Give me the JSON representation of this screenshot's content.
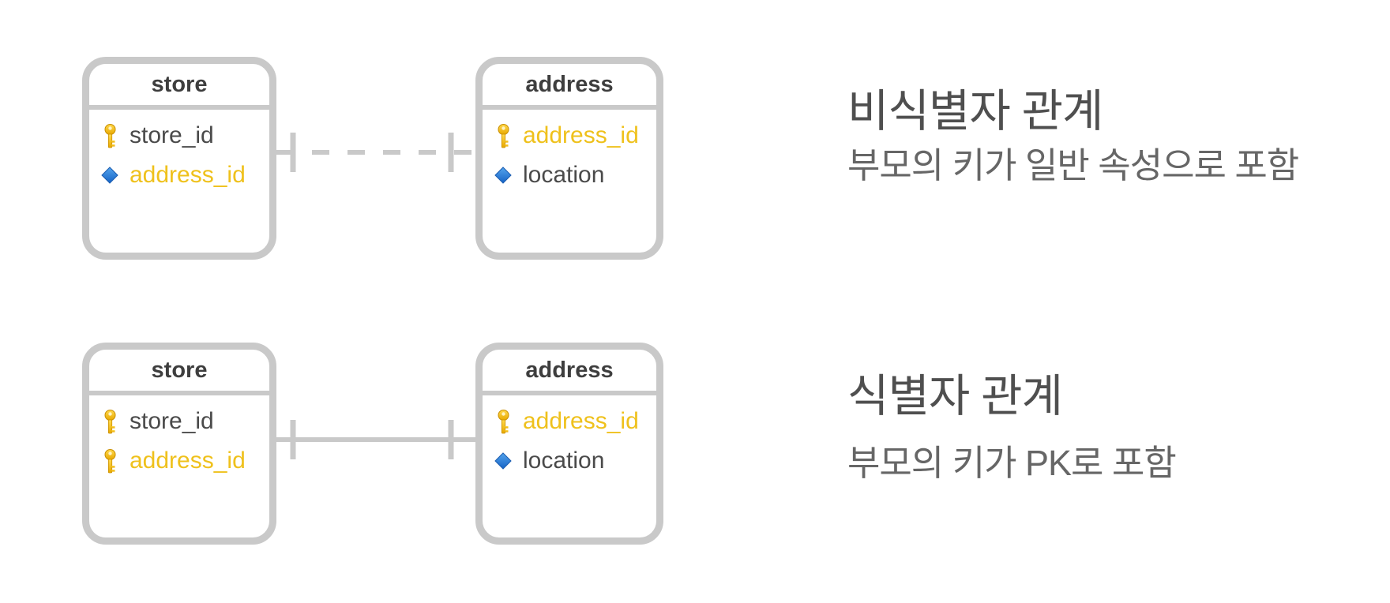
{
  "colors": {
    "table_border": "#c9c9c9",
    "table_title": "#3e3e3e",
    "column_text": "#4a4a4a",
    "fk_highlight": "#efc11c",
    "connector": "#c9c9c9",
    "heading_text": "#4f4f4f",
    "subtitle_text": "#666666",
    "key_icon_gold": "#f2b600",
    "diamond_blue": "#1e6fd0"
  },
  "sections": [
    {
      "heading": "비식별자 관계",
      "description": "부모의 키가 일반 속성으로 포함",
      "relationship": {
        "style": "dashed",
        "left_tick": true,
        "right_tick": true
      },
      "left_table": {
        "title": "store",
        "columns": [
          {
            "name": "store_id",
            "icon": "key-icon",
            "emphasis": "normal"
          },
          {
            "name": "address_id",
            "icon": "diamond-icon",
            "emphasis": "yellow"
          }
        ]
      },
      "right_table": {
        "title": "address",
        "columns": [
          {
            "name": "address_id",
            "icon": "key-icon",
            "emphasis": "yellow"
          },
          {
            "name": "location",
            "icon": "diamond-icon",
            "emphasis": "normal"
          }
        ]
      }
    },
    {
      "heading": "식별자 관계",
      "description": "부모의 키가 PK로 포함",
      "relationship": {
        "style": "solid",
        "left_tick": true,
        "right_tick": true
      },
      "left_table": {
        "title": "store",
        "columns": [
          {
            "name": "store_id",
            "icon": "key-icon",
            "emphasis": "normal"
          },
          {
            "name": "address_id",
            "icon": "key-icon",
            "emphasis": "yellow"
          }
        ]
      },
      "right_table": {
        "title": "address",
        "columns": [
          {
            "name": "address_id",
            "icon": "key-icon",
            "emphasis": "yellow"
          },
          {
            "name": "location",
            "icon": "diamond-icon",
            "emphasis": "normal"
          }
        ]
      }
    }
  ]
}
